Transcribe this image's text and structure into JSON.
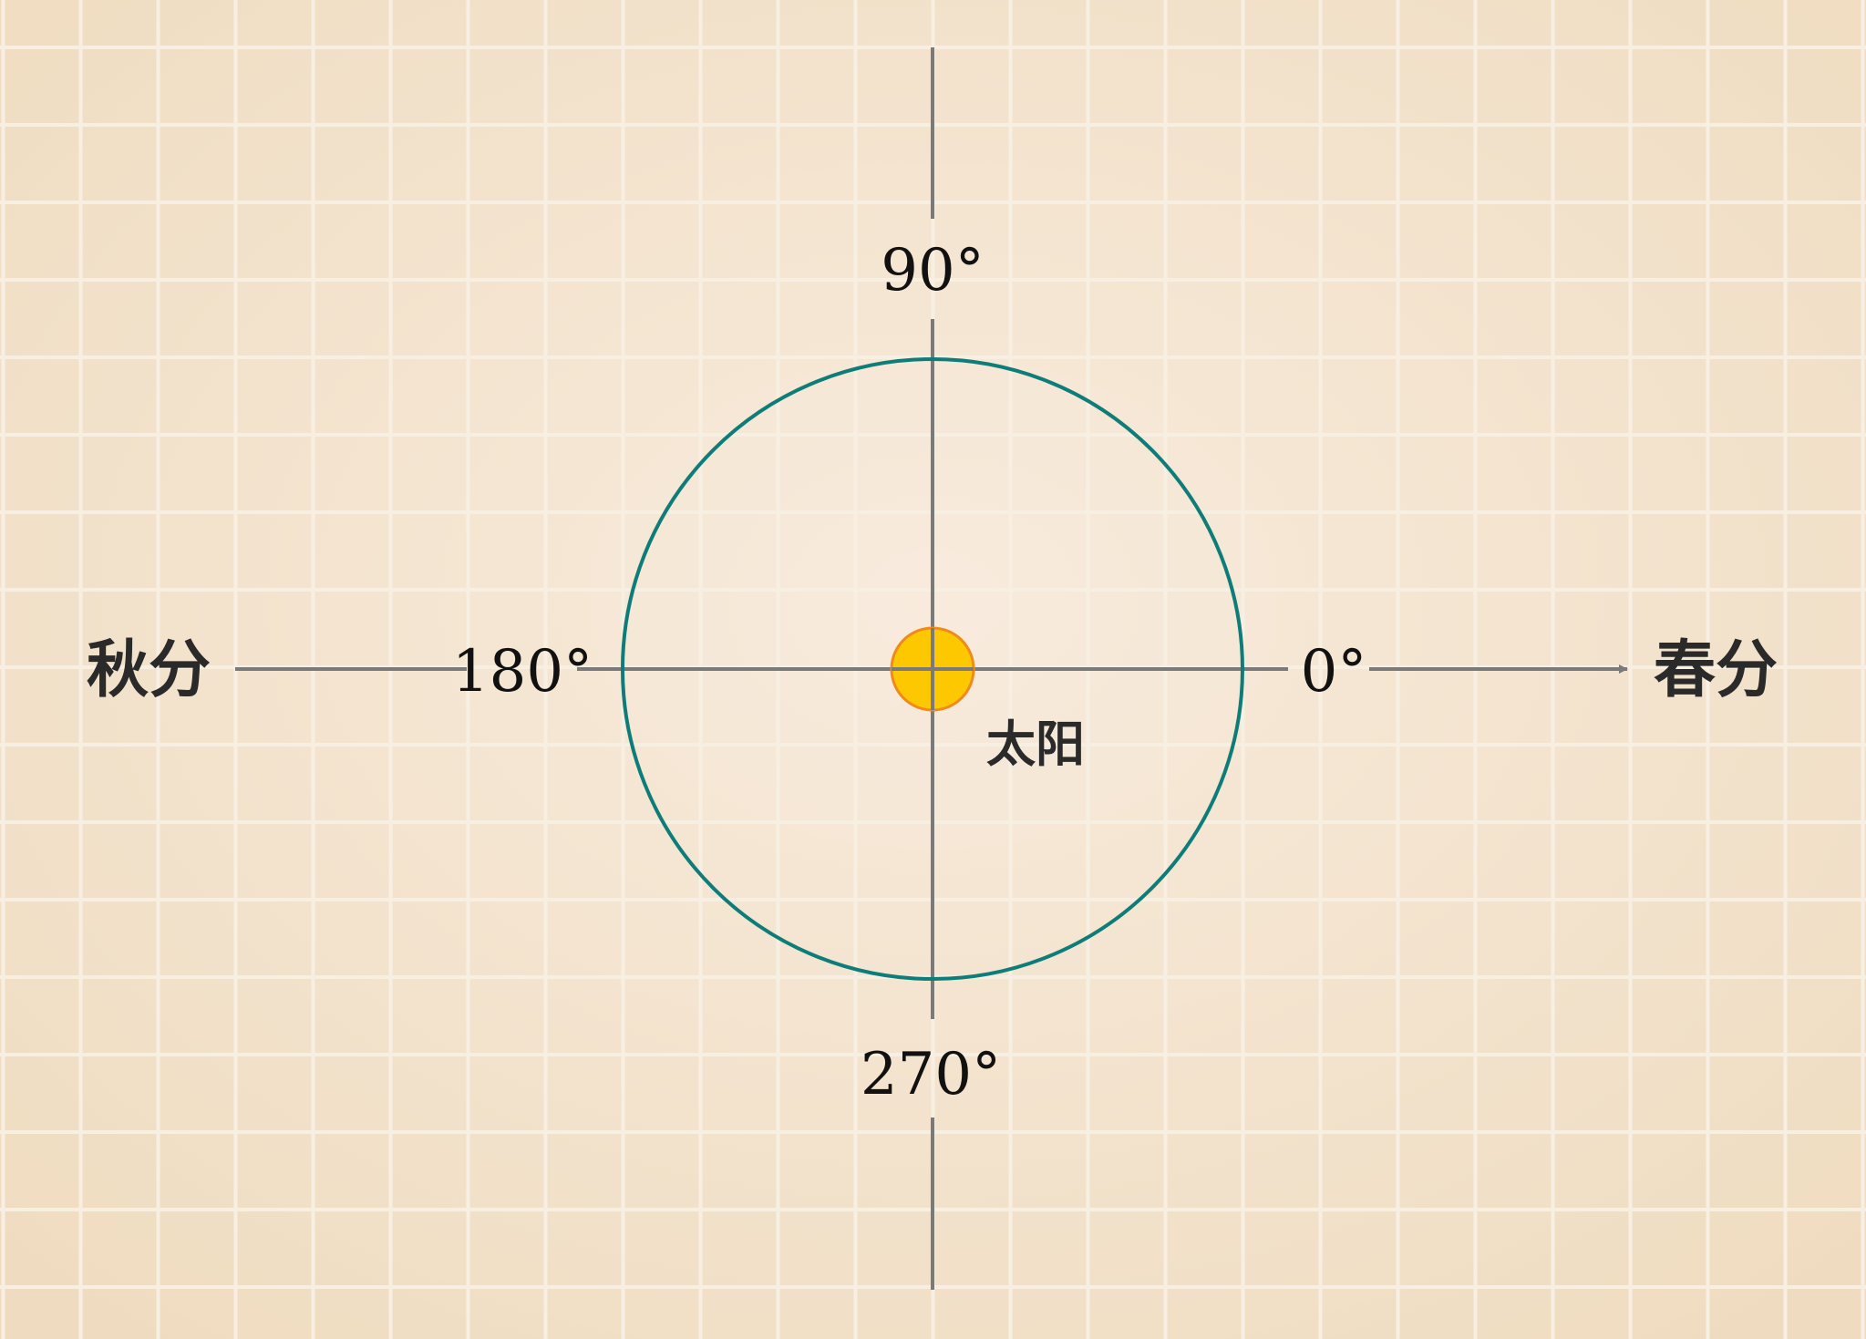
{
  "labels": {
    "deg_90": "90°",
    "deg_180": "180°",
    "deg_0": "0°",
    "deg_270": "270°",
    "autumn_equinox": "秋分",
    "spring_equinox": "春分",
    "sun": "太阳"
  },
  "colors": {
    "background": "#efdcc0",
    "grid_line": "#f8efe3",
    "axis": "#7a7a7a",
    "orbit": "#0e7d7a",
    "sun_fill": "#fec800",
    "sun_stroke": "#f08a1c",
    "text": "#111111"
  }
}
